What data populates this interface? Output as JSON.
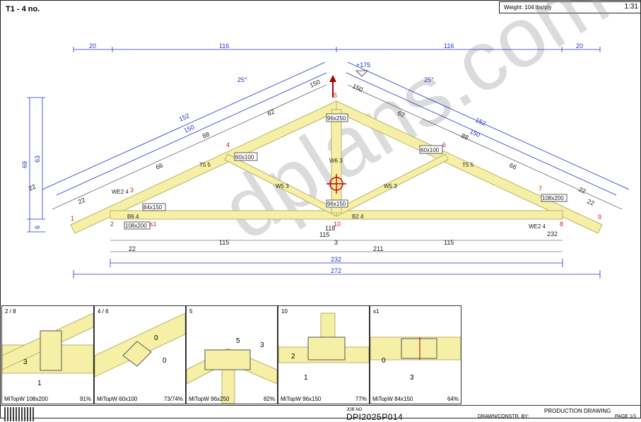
{
  "header": {
    "title": "T1 - 4 no.",
    "weight": "Weight: 104 lbs/ply",
    "scale": "1:31"
  },
  "dims_top": [
    "20",
    "116",
    "116",
    "20"
  ],
  "dims_bottom": [
    "22",
    "115",
    "3",
    "211",
    "115",
    "232",
    "232",
    "272",
    "118",
    "115"
  ],
  "dims_vertical": [
    "69",
    "63",
    "6"
  ],
  "slope_left": {
    "angle": "25°",
    "a": "152",
    "b": "150",
    "c": "150",
    "d": "88",
    "e": "62",
    "f": "66",
    "g": "22",
    "h": "22"
  },
  "slope_right": {
    "angle": "25°",
    "a": "152",
    "b": "150",
    "c": "150",
    "d": "88",
    "e": "62",
    "f": "66",
    "g": "22",
    "h": "22"
  },
  "peak_label": "+175",
  "nodes": [
    "1",
    "2",
    "3",
    "4",
    "5",
    "6",
    "7",
    "8",
    "9",
    "10",
    "s1"
  ],
  "members": {
    "we2_left": "WE2 4",
    "we2_right": "WE2 4",
    "t5_left": "T5 5",
    "t5_right": "T5 5",
    "w5_left": "W5 3",
    "w5_right": "W5 3",
    "w6": "W6 3",
    "b6": "B6 4",
    "b2": "B2 4"
  },
  "plates": {
    "p1": "60x100",
    "p2": "96x250",
    "p3": "60x100",
    "p4": "84x150",
    "p5": "108x200",
    "p6": "96x150",
    "p7": "108x200"
  },
  "details": [
    {
      "cap": "2 / 8",
      "foot": "MiTopW 108x200",
      "pct": "91%",
      "d1": "3",
      "d2": "1"
    },
    {
      "cap": "4 / 6",
      "foot": "MiTopW 60x100",
      "pct": "73/74%",
      "d1": "0",
      "d2": "0"
    },
    {
      "cap": "5",
      "foot": "MiTopW 96x250",
      "pct": "82%",
      "d1": "5",
      "d2": "3"
    },
    {
      "cap": "10",
      "foot": "MiTopW 96x150",
      "pct": "77%",
      "d1": "2",
      "d2": "1"
    },
    {
      "cap": "s1",
      "foot": "MiTopW 84x150",
      "pct": "64%",
      "d1": "0",
      "d2": "3"
    }
  ],
  "footer": {
    "job_label": "JOB NO.",
    "job_value": "DPI2025P014",
    "drawn": "DRAWN/CONSTR. BY:",
    "prod": "PRODUCTION DRAWING",
    "page": "PAGE 1/1"
  },
  "watermark": "dplans.com",
  "colors": {
    "timber": "#f6f0a6",
    "timber_edge": "#b9b16a",
    "dim": "#2433cc",
    "node": "#cc2222"
  }
}
